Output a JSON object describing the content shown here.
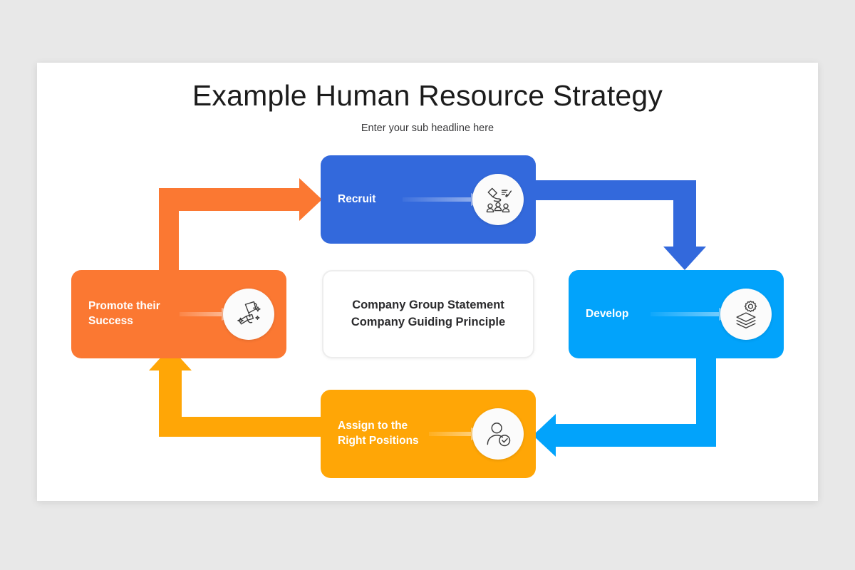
{
  "slide": {
    "title": "Example Human Resource Strategy",
    "subtitle": "Enter your sub headline here",
    "background_color": "#e8e8e8",
    "canvas_color": "#ffffff"
  },
  "center": {
    "line1": "Company Group Statement",
    "line2": "Company Guiding Principle",
    "border_color": "#ededed",
    "text_color": "#2b2b2d"
  },
  "nodes": [
    {
      "id": "recruit",
      "label": "Recruit",
      "color": "#3369dc",
      "icon": "recruit-hand-select-people-icon",
      "position": "top"
    },
    {
      "id": "develop",
      "label": "Develop",
      "color": "#02a3fb",
      "icon": "gear-layers-icon",
      "position": "right"
    },
    {
      "id": "assign",
      "label": "Assign to the\nRight Positions",
      "color": "#ffa606",
      "icon": "person-check-icon",
      "position": "bottom"
    },
    {
      "id": "promote",
      "label": "Promote their\nSuccess",
      "color": "#fb7832",
      "icon": "trophy-sparkle-icon",
      "position": "left"
    }
  ],
  "connectors": [
    {
      "id": "promote-to-recruit",
      "from": "promote",
      "to": "recruit",
      "color": "#fb7832",
      "direction": "up-right"
    },
    {
      "id": "recruit-to-develop",
      "from": "recruit",
      "to": "develop",
      "color": "#3369dc",
      "direction": "right-down"
    },
    {
      "id": "develop-to-assign",
      "from": "develop",
      "to": "assign",
      "color": "#02a3fb",
      "direction": "down-left"
    },
    {
      "id": "assign-to-promote",
      "from": "assign",
      "to": "promote",
      "color": "#ffa606",
      "direction": "left-up"
    }
  ]
}
